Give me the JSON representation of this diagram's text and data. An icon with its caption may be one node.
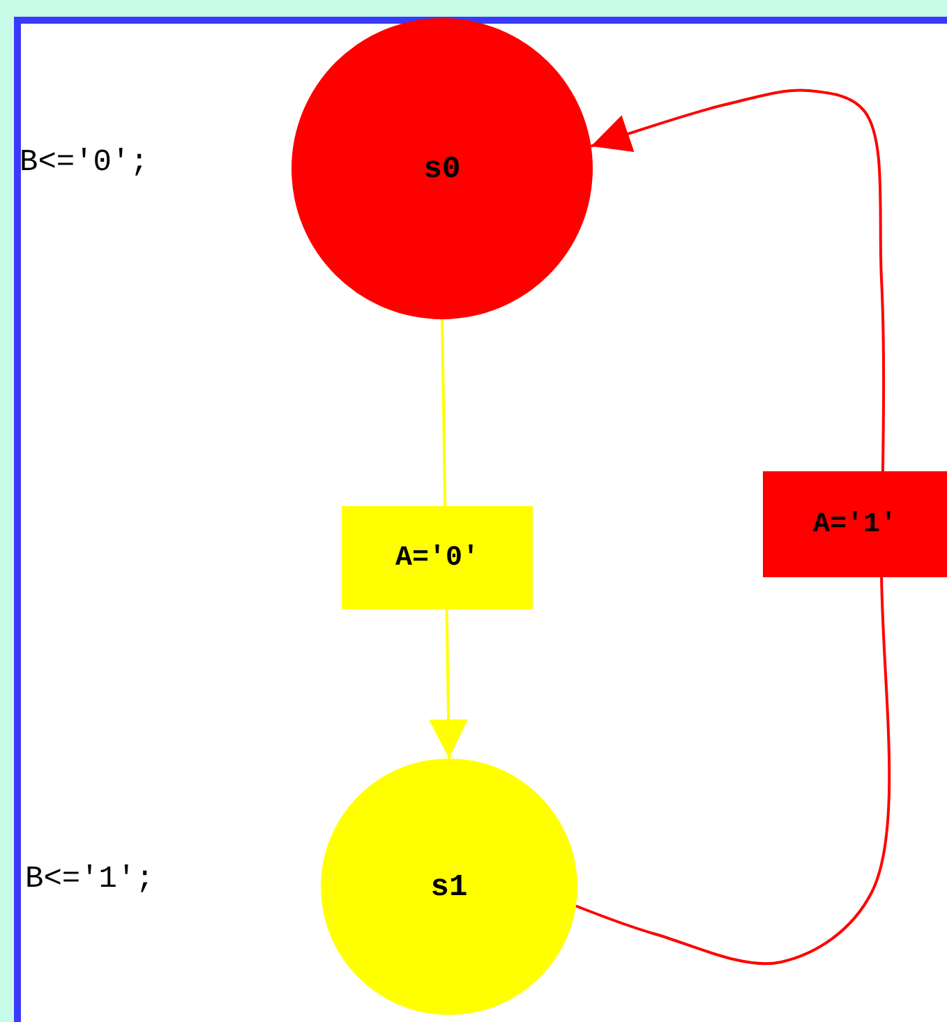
{
  "diagram": {
    "nodes": [
      {
        "text": [
          "s0"
        ]
      },
      {
        "text": [
          "s1"
        ]
      }
    ],
    "labels": [
      "B<='0';",
      "B<='1';"
    ],
    "edges": [
      {
        "from": 0,
        "to": 1,
        "arrow": "to",
        "label": "A='0'",
        "color": "#ffff00"
      },
      {
        "from": 1,
        "to": 0,
        "arrow": "to",
        "label": "A='1'",
        "color": "#ff0000"
      }
    ]
  }
}
